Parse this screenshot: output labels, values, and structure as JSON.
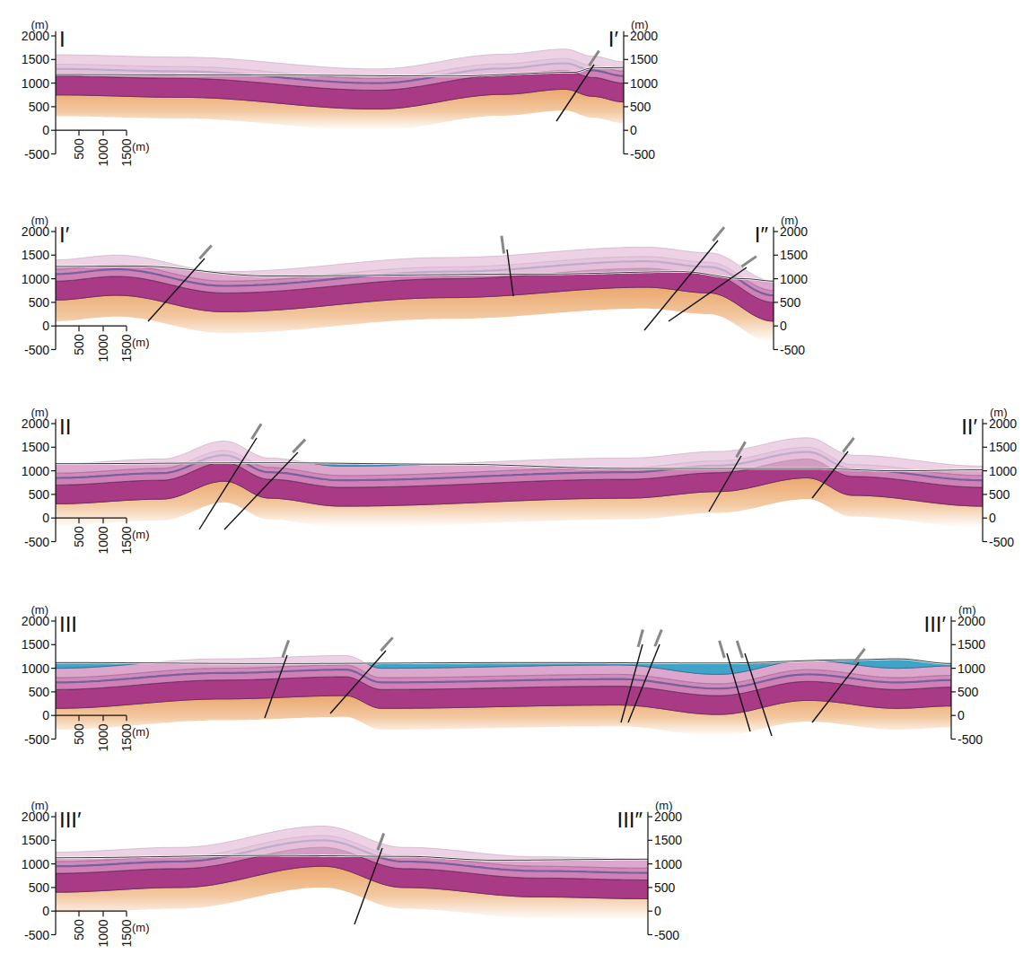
{
  "diagram": {
    "labels": [
      "I",
      "(m)",
      "2000",
      "1500",
      "1000",
      "500",
      "0",
      "-500",
      "500",
      "1000",
      "1500",
      "(m)",
      "I′",
      "(m)",
      "2000",
      "1500",
      "1000",
      "500",
      "0",
      "-500",
      "I′",
      "(m)",
      "2000",
      "1500",
      "1000",
      "500",
      "0",
      "-500",
      "500",
      "1000",
      "1500",
      "(m)",
      "I″",
      "(m)",
      "2000",
      "1500",
      "1000",
      "500",
      "0",
      "-500",
      "II",
      "(m)",
      "2000",
      "1500",
      "1000",
      "500",
      "0",
      "-500",
      "500",
      "1000",
      "1500",
      "(m)",
      "II′",
      "(m)",
      "2000",
      "1500",
      "1000",
      "500",
      "0",
      "-500",
      "III",
      "(m)",
      "2000",
      "1500",
      "1000",
      "500",
      "0",
      "-500",
      "500",
      "1000",
      "1500",
      "(m)",
      "III′",
      "(m)",
      "2000",
      "1500",
      "1000",
      "500",
      "0",
      "-500",
      "III′",
      "(m)",
      "2000",
      "1500",
      "1000",
      "500",
      "0",
      "-500",
      "500",
      "1000",
      "1500",
      "(m)",
      "III″",
      "(m)",
      "2000",
      "1500",
      "1000",
      "500",
      "0",
      "-500"
    ]
  }
}
